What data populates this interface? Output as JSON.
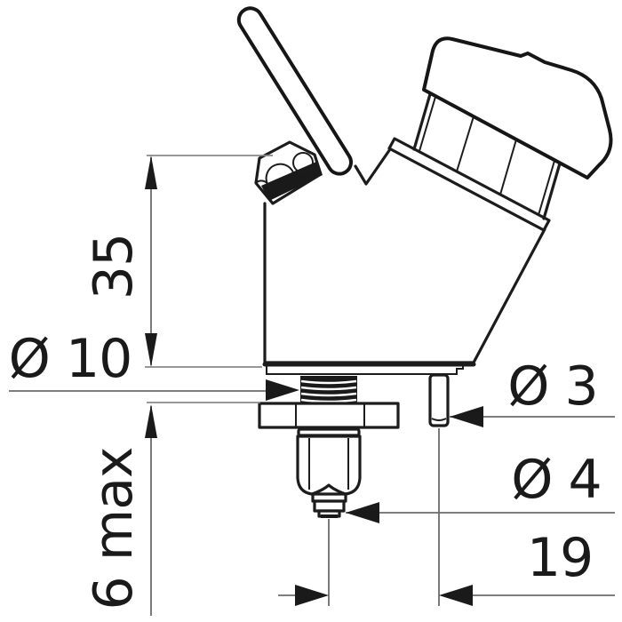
{
  "drawing": {
    "background": "#ffffff",
    "line_color": "#1a1a1a",
    "dim_line_color": "#6b6b6b",
    "labels": {
      "body_height": "35",
      "bushing_diameter": "Ø 10",
      "panel_thickness_max": "6 max",
      "pin_diameter": "Ø 3",
      "terminal_diameter": "Ø 4",
      "pin_distance": "19"
    }
  }
}
